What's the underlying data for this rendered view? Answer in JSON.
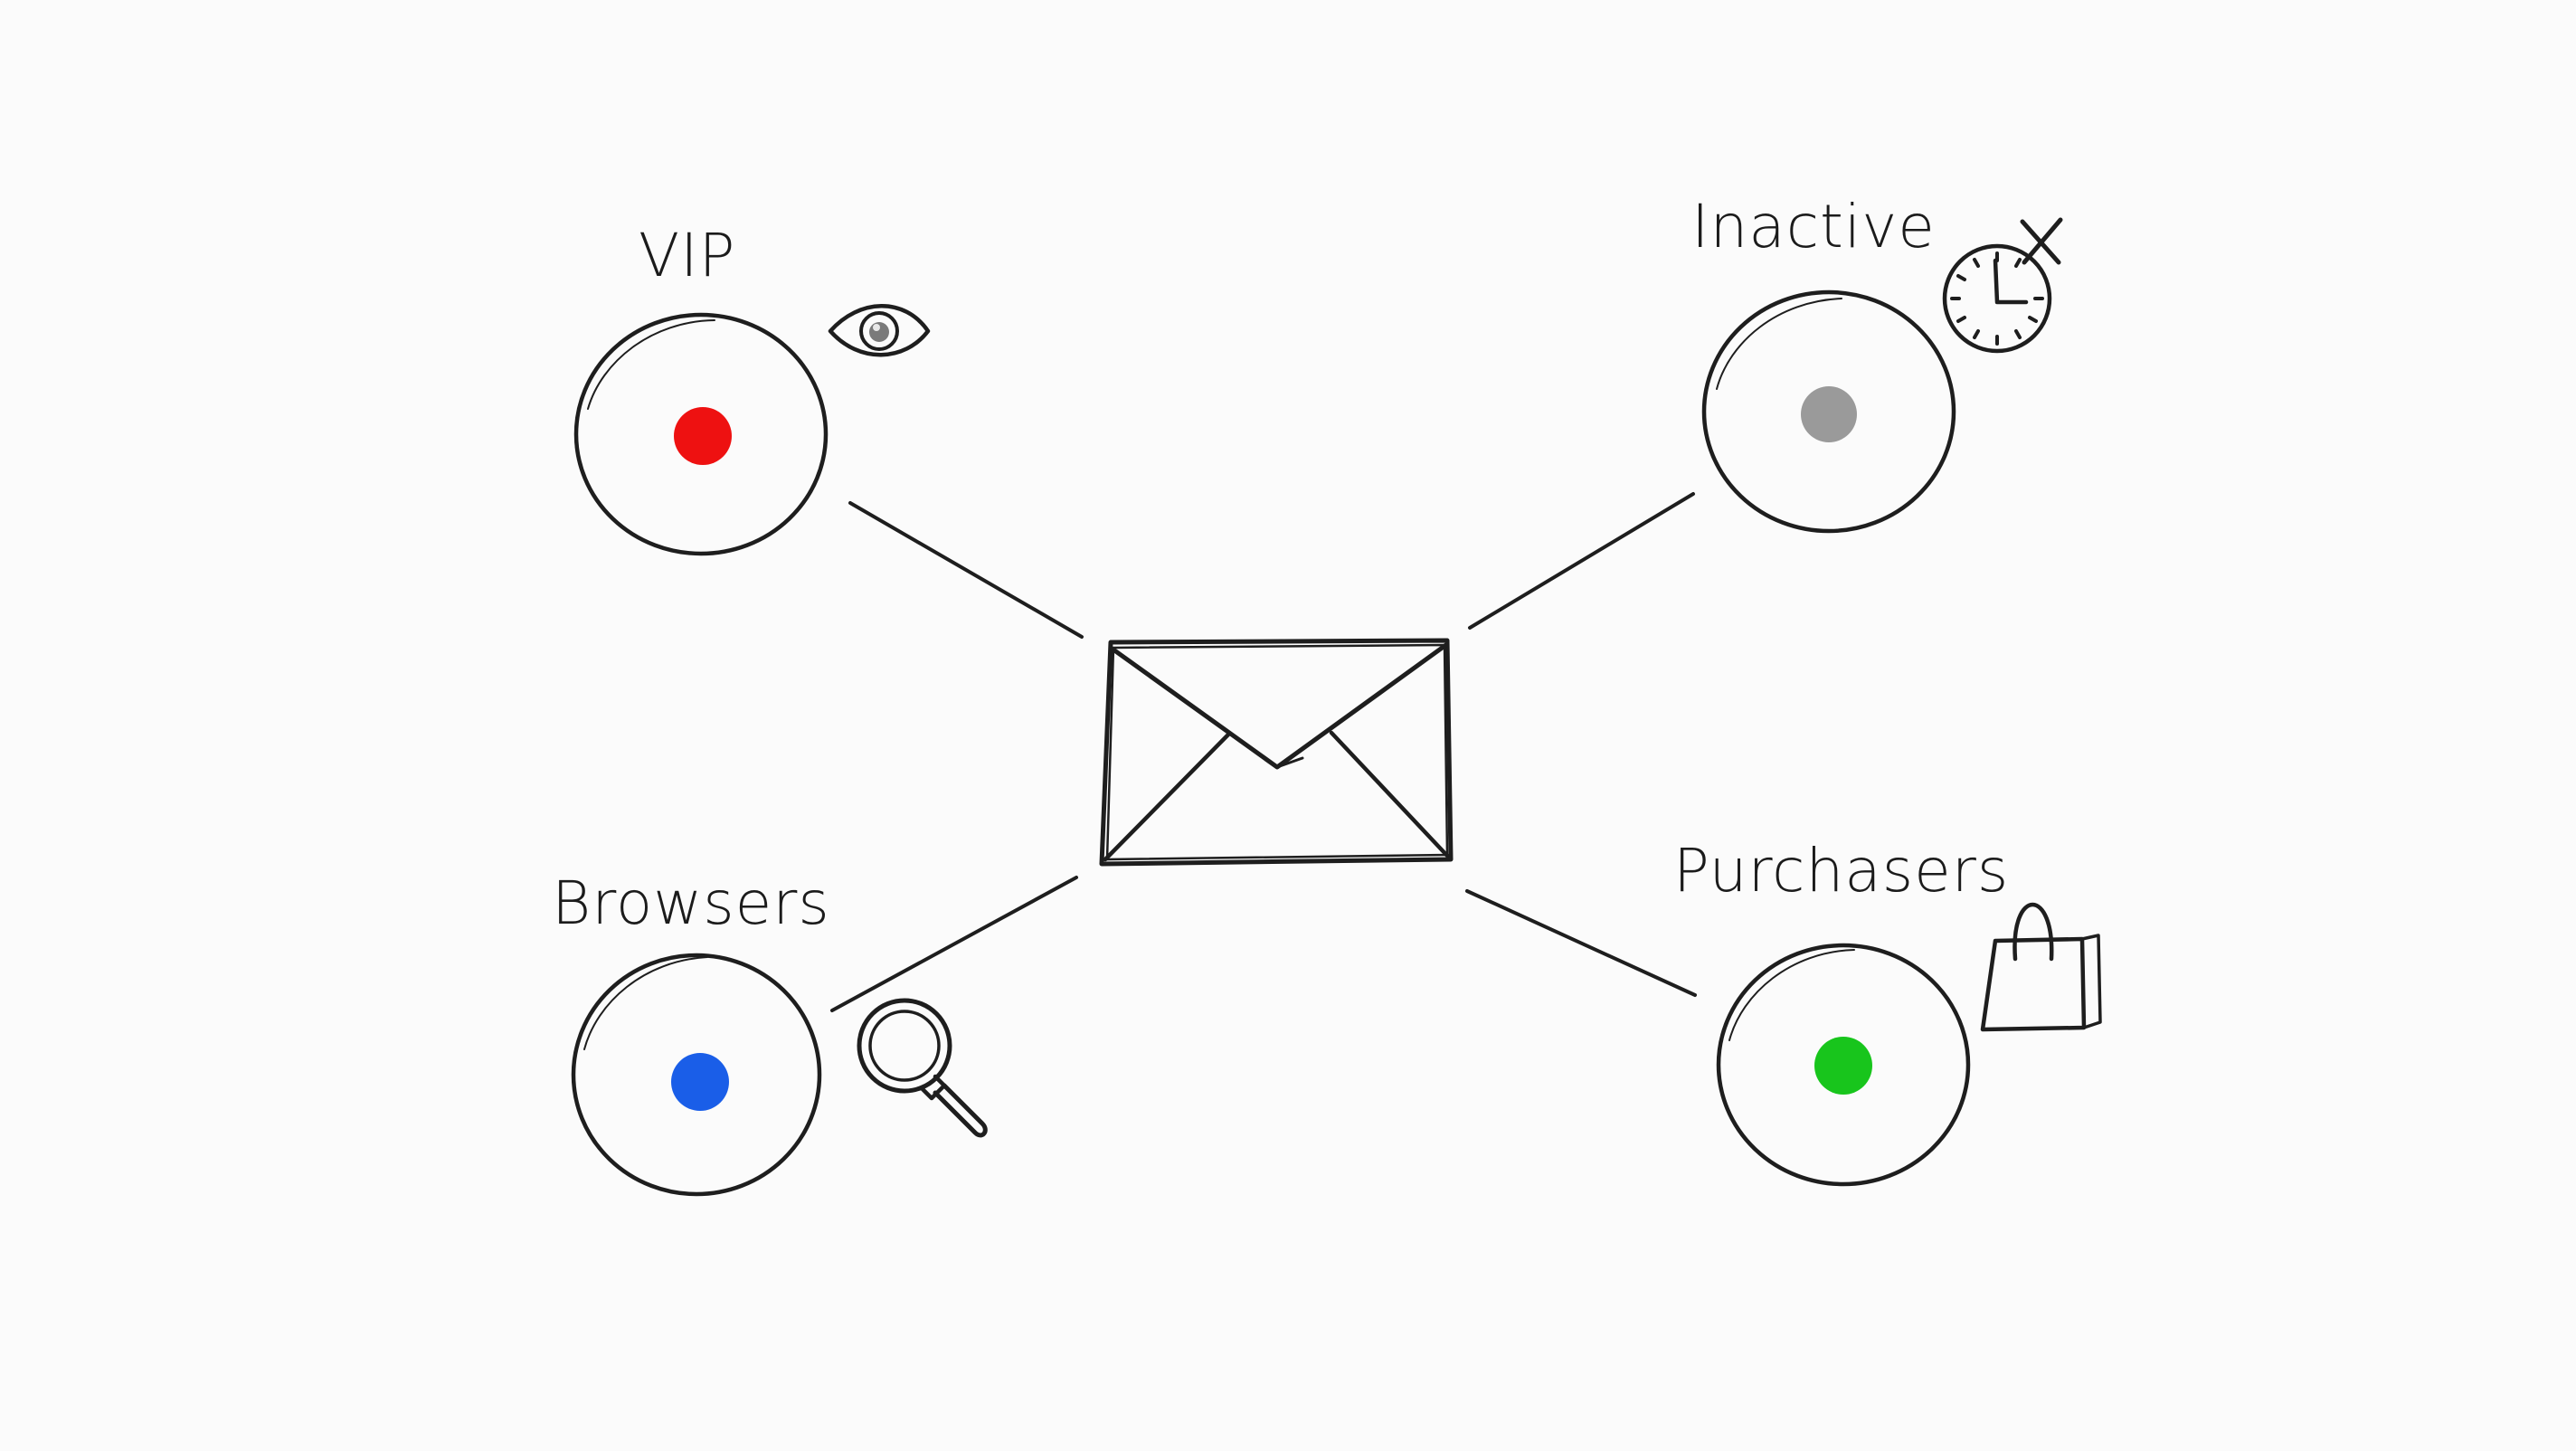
{
  "diagram": {
    "center": {
      "icon": "envelope-icon"
    },
    "segments": [
      {
        "id": "vip",
        "label": "VIP",
        "dot_color": "#ee1111",
        "icon": "eye-icon"
      },
      {
        "id": "inactive",
        "label": "Inactive",
        "dot_color": "#9a9a9a",
        "icon": "clock-x-icon"
      },
      {
        "id": "browsers",
        "label": "Browsers",
        "dot_color": "#1a5ee8",
        "icon": "magnifier-icon"
      },
      {
        "id": "purchasers",
        "label": "Purchasers",
        "dot_color": "#18c51c",
        "icon": "shopping-bag-icon"
      }
    ]
  }
}
